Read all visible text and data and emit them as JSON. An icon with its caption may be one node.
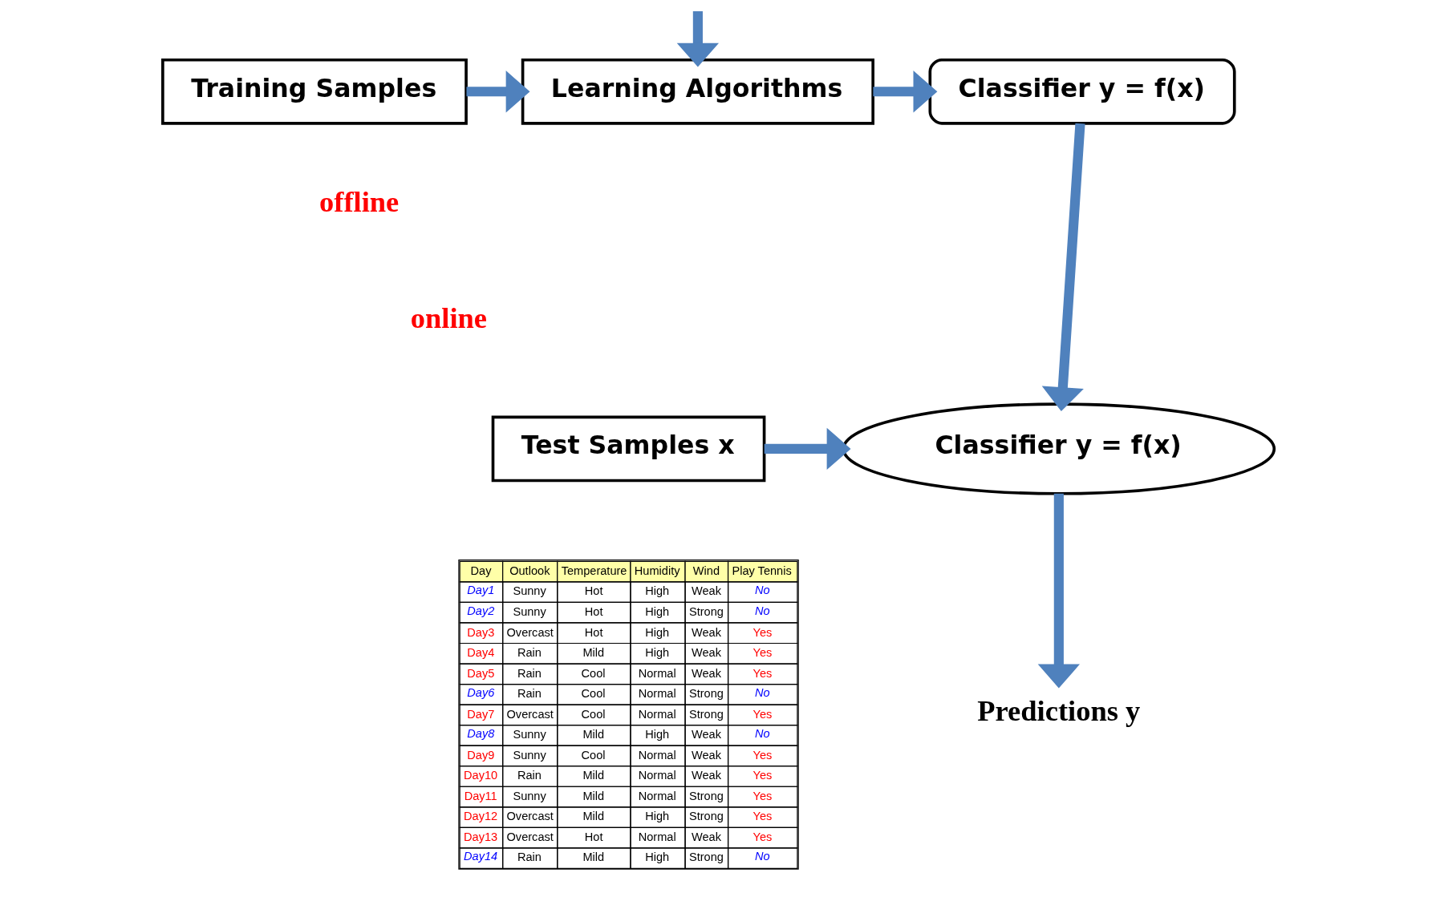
{
  "diagram": {
    "nodes": [
      {
        "text": [
          "Training Samples"
        ]
      },
      {
        "text": [
          "Learning Algorithms"
        ]
      },
      {
        "text": [
          "Classifier y = f(x)"
        ]
      },
      {
        "text": [
          "Test Samples x"
        ]
      },
      {
        "text": [
          "Classifier y = f(x)"
        ]
      },
      {
        "text": [
          "Predictions y"
        ]
      }
    ],
    "edges": [
      {
        "from": null,
        "to": 1,
        "arrow": "to"
      },
      {
        "from": 0,
        "to": 1,
        "arrow": "to"
      },
      {
        "from": 1,
        "to": 2,
        "arrow": "to"
      },
      {
        "from": 2,
        "to": 4,
        "arrow": "to"
      },
      {
        "from": 3,
        "to": 4,
        "arrow": "to"
      },
      {
        "from": 4,
        "to": 5,
        "arrow": "to"
      }
    ],
    "labels": [
      "offline",
      "online",
      "Day",
      "Outlook",
      "Temperature",
      "Humidity",
      "Wind",
      "Play Tennis",
      "Day1",
      "Sunny",
      "Hot",
      "High",
      "Weak",
      "No",
      "Day2",
      "Sunny",
      "Hot",
      "High",
      "Strong",
      "No",
      "Day3",
      "Overcast",
      "Hot",
      "High",
      "Weak",
      "Yes",
      "Day4",
      "Rain",
      "Mild",
      "High",
      "Weak",
      "Yes",
      "Day5",
      "Rain",
      "Cool",
      "Normal",
      "Weak",
      "Yes",
      "Day6",
      "Rain",
      "Cool",
      "Normal",
      "Strong",
      "No",
      "Day7",
      "Overcast",
      "Cool",
      "Normal",
      "Strong",
      "Yes",
      "Day8",
      "Sunny",
      "Mild",
      "High",
      "Weak",
      "No",
      "Day9",
      "Sunny",
      "Cool",
      "Normal",
      "Weak",
      "Yes",
      "Day10",
      "Rain",
      "Mild",
      "Normal",
      "Weak",
      "Yes",
      "Day11",
      "Sunny",
      "Mild",
      "Normal",
      "Strong",
      "Yes",
      "Day12",
      "Overcast",
      "Mild",
      "High",
      "Strong",
      "Yes",
      "Day13",
      "Overcast",
      "Hot",
      "Normal",
      "Weak",
      "Yes",
      "Day14",
      "Rain",
      "Mild",
      "High",
      "Strong",
      "No"
    ]
  }
}
